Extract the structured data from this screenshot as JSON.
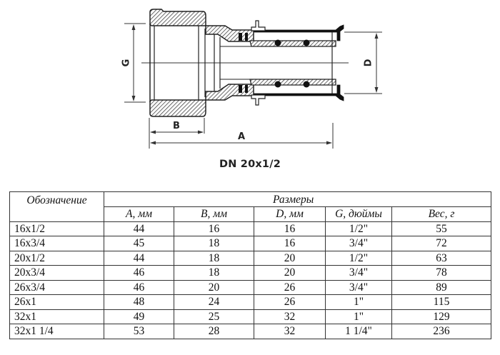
{
  "drawing": {
    "caption": "DN 20x1/2",
    "dimension_labels": {
      "G": "G",
      "D": "D",
      "A": "A",
      "B": "B"
    }
  },
  "table": {
    "designation_header": "Обозначение",
    "group_header": "Размеры",
    "columns": [
      "A, мм",
      "B, мм",
      "D, мм",
      "G, дюймы",
      "Вес, г"
    ],
    "rows": [
      {
        "name": "16x1/2",
        "A": "44",
        "B": "16",
        "D": "16",
        "G": "1/2\"",
        "weight": "55"
      },
      {
        "name": "16x3/4",
        "A": "45",
        "B": "18",
        "D": "16",
        "G": "3/4\"",
        "weight": "72"
      },
      {
        "name": "20x1/2",
        "A": "44",
        "B": "18",
        "D": "20",
        "G": "1/2\"",
        "weight": "63"
      },
      {
        "name": "20x3/4",
        "A": "46",
        "B": "18",
        "D": "20",
        "G": "3/4\"",
        "weight": "78"
      },
      {
        "name": "26x3/4",
        "A": "46",
        "B": "20",
        "D": "26",
        "G": "3/4\"",
        "weight": "89"
      },
      {
        "name": "26x1",
        "A": "48",
        "B": "24",
        "D": "26",
        "G": "1\"",
        "weight": "115"
      },
      {
        "name": "32x1",
        "A": "49",
        "B": "25",
        "D": "32",
        "G": "1\"",
        "weight": "129"
      },
      {
        "name": "32x1 1/4",
        "A": "53",
        "B": "28",
        "D": "32",
        "G": "1 1/4\"",
        "weight": "236"
      }
    ]
  }
}
